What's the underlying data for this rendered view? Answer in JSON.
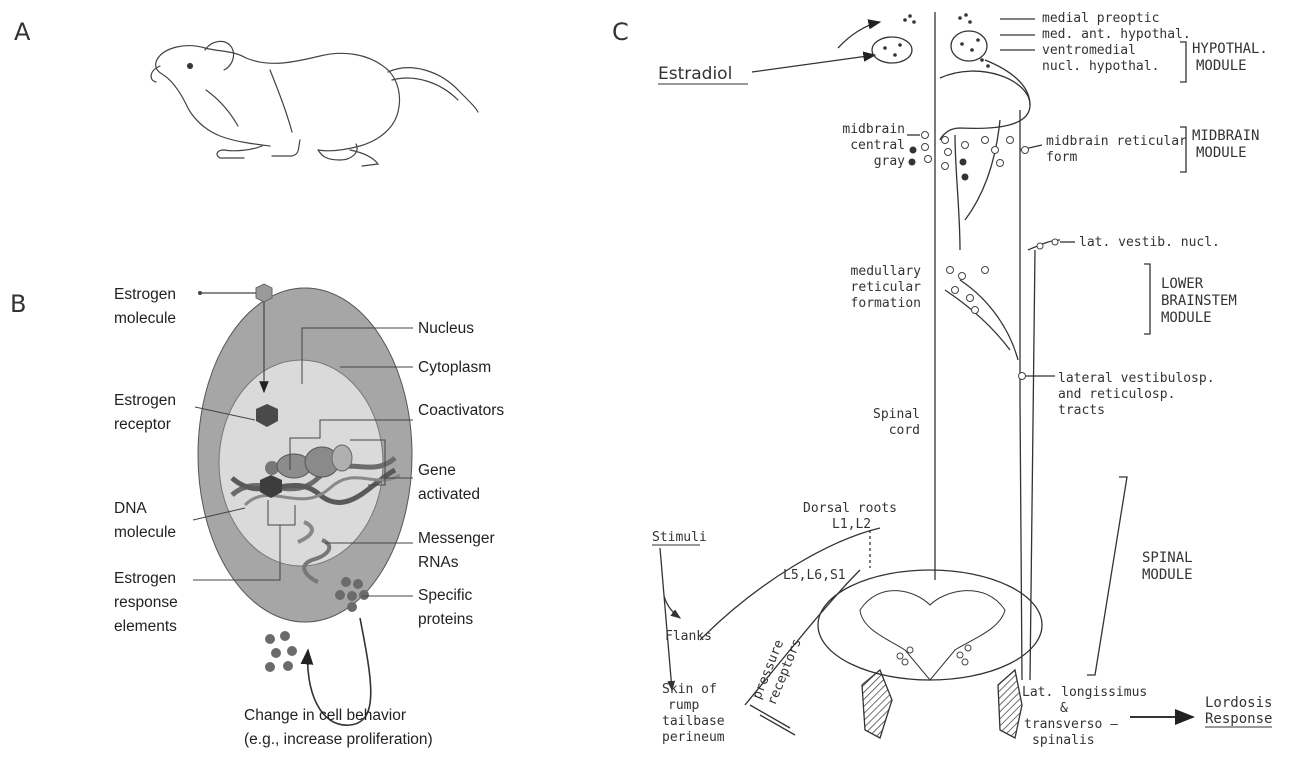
{
  "panels": {
    "a": "A",
    "b": "B",
    "c": "C"
  },
  "panel_b": {
    "estrogen_molecule": [
      "Estrogen",
      "molecule"
    ],
    "nucleus": "Nucleus",
    "cytoplasm": "Cytoplasm",
    "estrogen_receptor": [
      "Estrogen",
      "receptor"
    ],
    "coactivators": "Coactivators",
    "gene_activated": [
      "Gene",
      "activated"
    ],
    "dna_molecule": [
      "DNA",
      "molecule"
    ],
    "messenger_rnas": [
      "Messenger",
      "RNAs"
    ],
    "estrogen_response_elements": [
      "Estrogen",
      "response",
      "elements"
    ],
    "specific_proteins": [
      "Specific",
      "proteins"
    ],
    "change_in_cell_behavior": [
      "Change in cell behavior",
      "(e.g., increase proliferation)"
    ]
  },
  "panel_c": {
    "estradiol": "Estradiol",
    "medial_preoptic": "medial preoptic",
    "med_ant_hypothal": "med. ant. hypothal.",
    "ventromedial": "ventromedial",
    "nucl_hypothal": "nucl. hypothal.",
    "hypothal_module": [
      "HYPOTHAL.",
      "MODULE"
    ],
    "midbrain_central_gray": [
      "midbrain",
      "central",
      "gray"
    ],
    "midbrain_reticular_form": [
      "midbrain reticular",
      "form"
    ],
    "midbrain_module": [
      "MIDBRAIN",
      "MODULE"
    ],
    "lat_vestib_nucl": "lat. vestib. nucl.",
    "medullary_reticular_formation": [
      "medullary",
      "reticular",
      "formation"
    ],
    "lower_brainstem_module": [
      "LOWER",
      "BRAINSTEM",
      "MODULE"
    ],
    "lateral_vestibulosp": [
      "lateral vestibulosp.",
      "and reticulosp.",
      "tracts"
    ],
    "spinal_cord": [
      "Spinal",
      "cord"
    ],
    "dorsal_roots": [
      "Dorsal roots",
      "L1,L2"
    ],
    "l5_l6_s1": "L5,L6,S1",
    "spinal_module": [
      "SPINAL",
      "MODULE"
    ],
    "stimuli": "Stimuli",
    "flanks": "Flanks",
    "pressure_receptors": [
      "pressure",
      "receptors"
    ],
    "skin_of_rump": [
      "Skin of",
      "rump",
      "tailbase",
      "perineum"
    ],
    "lat_longissimus": [
      "Lat. longissimus",
      "&",
      "transverso –",
      "spinalis"
    ],
    "lordosis_response": [
      "Lordosis",
      "Response"
    ]
  }
}
